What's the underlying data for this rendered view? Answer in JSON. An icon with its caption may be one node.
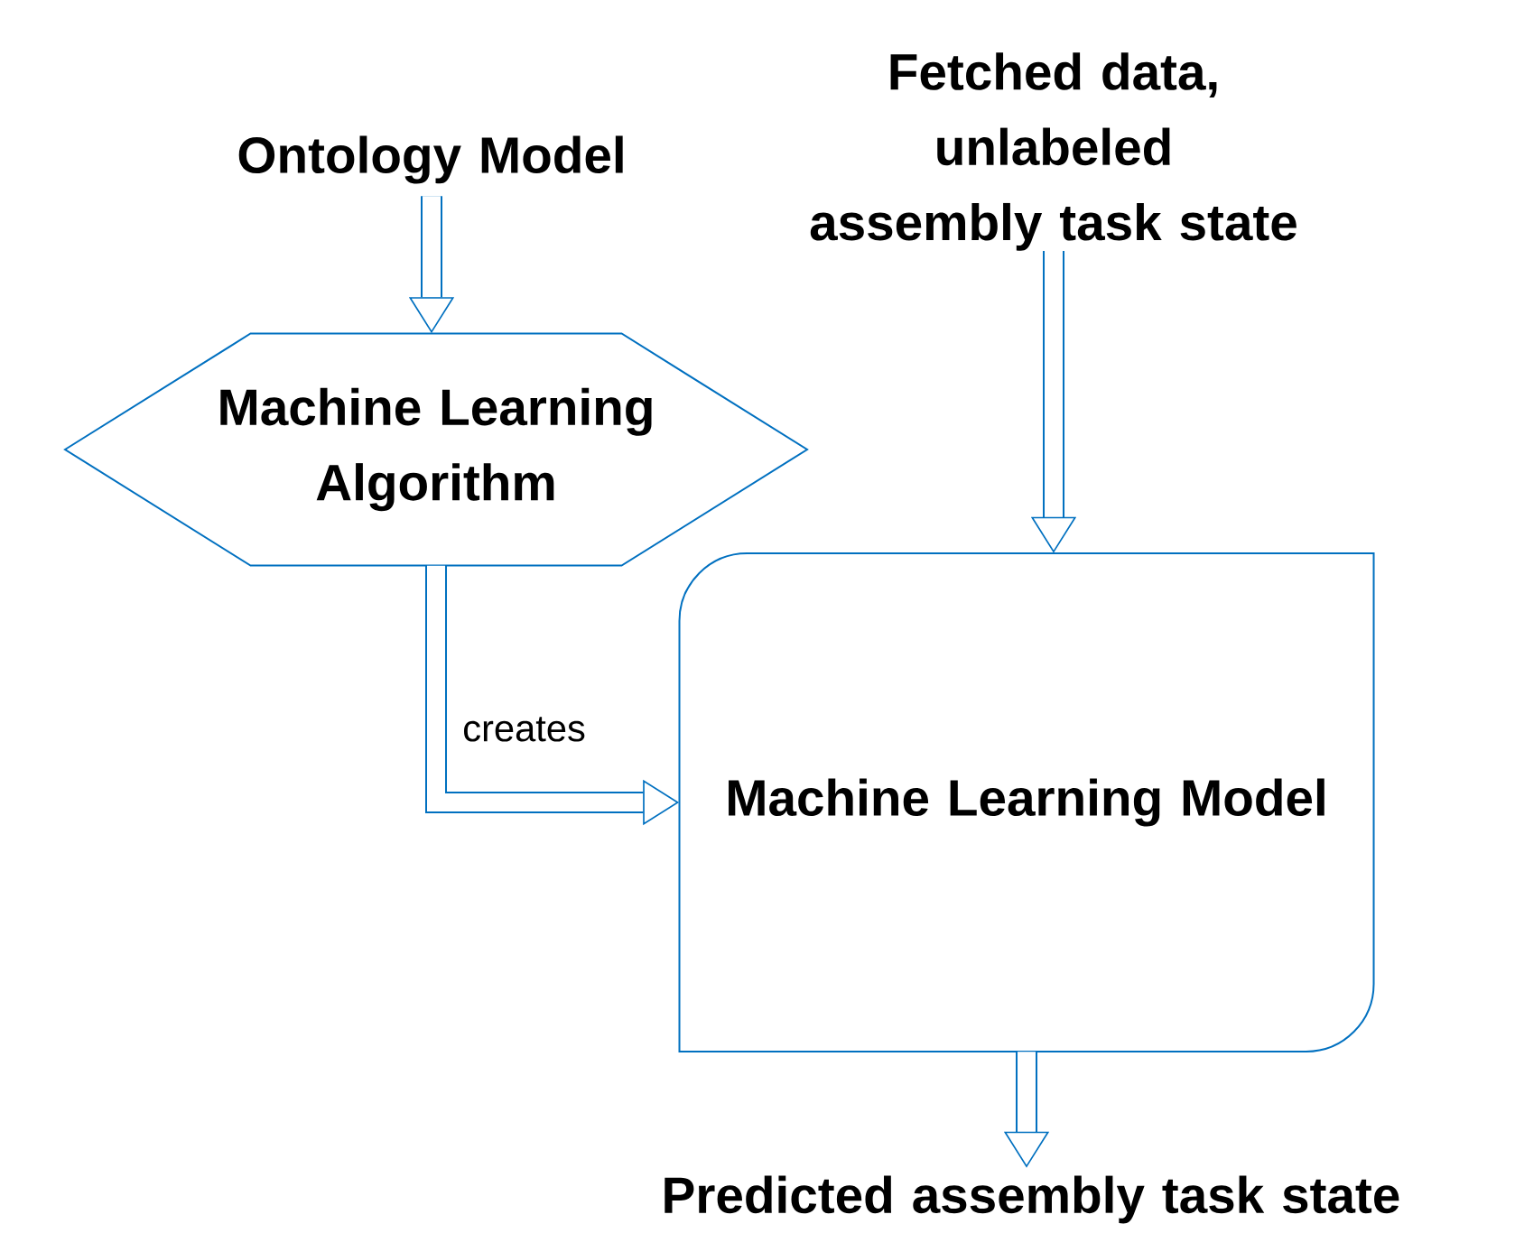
{
  "diagram": {
    "nodes": [
      {
        "text": [
          "Ontology Model"
        ]
      },
      {
        "text": [
          "Fetched data, unlabeled assembly task state"
        ]
      },
      {
        "text": [
          "Machine Learning Algorithm"
        ]
      },
      {
        "text": [
          "Machine Learning Model"
        ]
      },
      {
        "text": [
          "Predicted assembly task state"
        ]
      }
    ],
    "edges": [
      {
        "from": 0,
        "to": 2,
        "arrow": "to"
      },
      {
        "from": 1,
        "to": 3,
        "arrow": "to"
      },
      {
        "from": 2,
        "to": 3,
        "arrow": "to",
        "label": "creates"
      },
      {
        "from": 3,
        "to": 4,
        "arrow": "to"
      }
    ]
  }
}
